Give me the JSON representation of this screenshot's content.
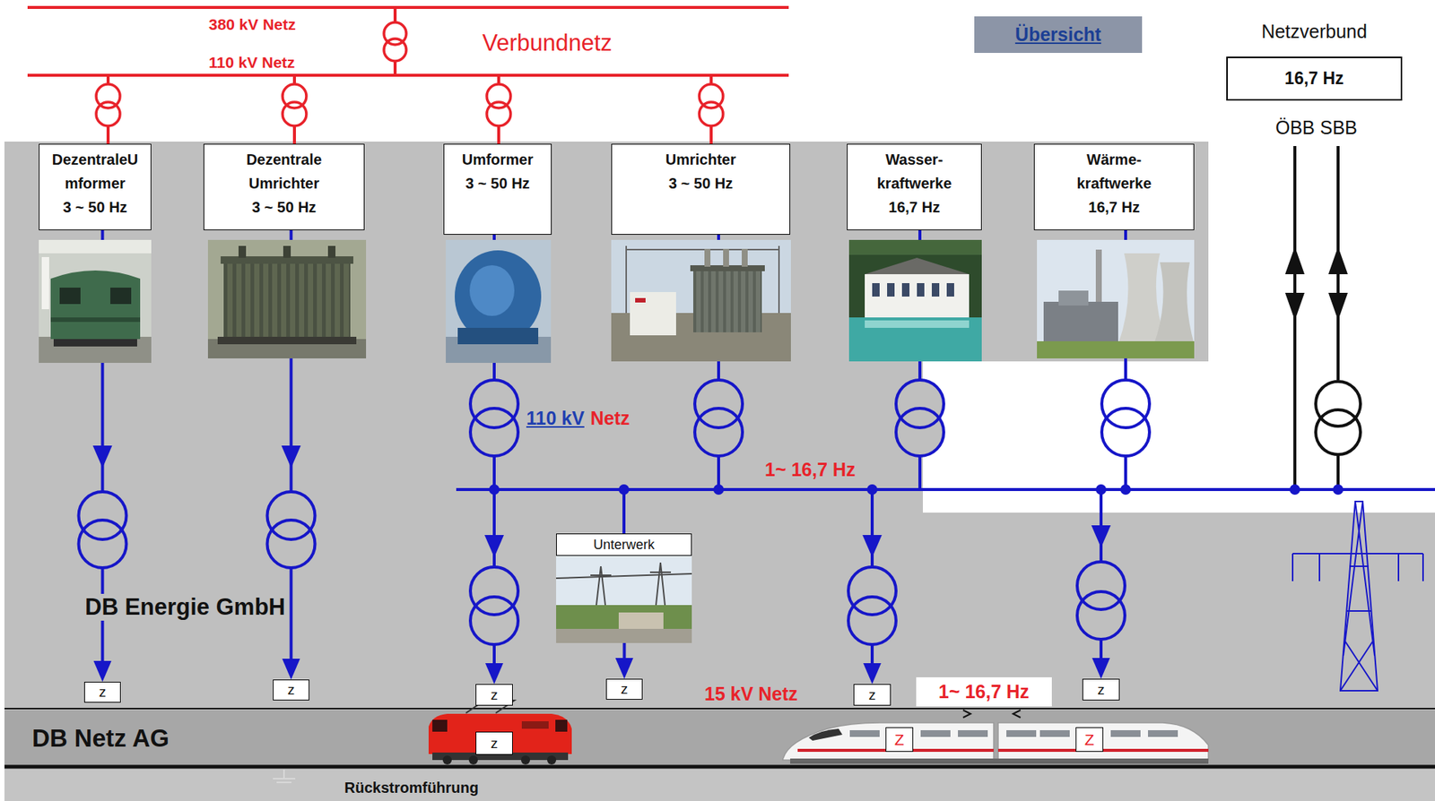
{
  "diagram": {
    "nodes": [
      {
        "text": [
          "Übersicht"
        ]
      },
      {
        "text": [
          "Netzverbund",
          "16,7 Hz"
        ]
      },
      {
        "text": [
          "DezentraleU mformer",
          "3 ~ 50 Hz"
        ]
      },
      {
        "text": [
          "Dezentrale Umrichter",
          "3 ~ 50 Hz"
        ]
      },
      {
        "text": [
          "Umformer",
          "3 ~ 50 Hz"
        ]
      },
      {
        "text": [
          "Umrichter",
          "3 ~ 50 Hz"
        ]
      },
      {
        "text": [
          "Wasser- kraftwerke",
          "16,7 Hz"
        ]
      },
      {
        "text": [
          "Wärme- kraftwerke",
          "16,7 Hz"
        ]
      },
      {
        "text": [
          "Unterwerk"
        ]
      },
      {
        "text": [
          "z"
        ]
      },
      {
        "text": [
          "z"
        ]
      },
      {
        "text": [
          "z"
        ]
      },
      {
        "text": [
          "z"
        ]
      },
      {
        "text": [
          "z"
        ]
      },
      {
        "text": [
          "z"
        ]
      },
      {
        "text": [
          "DB Netz AG"
        ]
      },
      {
        "text": [
          "z"
        ]
      },
      {
        "text": [
          "Z"
        ]
      },
      {
        "text": [
          "Z"
        ]
      }
    ],
    "edges": [
      {
        "from": 2,
        "to": 9,
        "arrow": "to"
      },
      {
        "from": 3,
        "to": 10,
        "arrow": "to"
      },
      {
        "from": 4,
        "to": 11,
        "arrow": "to"
      },
      {
        "from": 5,
        "to": 8,
        "arrow": "none"
      },
      {
        "from": 8,
        "to": 12,
        "arrow": "to"
      },
      {
        "from": 6,
        "to": 13,
        "arrow": "to"
      },
      {
        "from": 7,
        "to": 14,
        "arrow": "to"
      }
    ],
    "labels": [
      "380 kV Netz",
      "Verbundnetz",
      "110 kV Netz",
      "ÖBB SBB",
      "110 kV",
      "Netz",
      "1~ 16,7 Hz",
      "DB Energie GmbH",
      "15 kV Netz",
      "1~ 16,7 Hz",
      "Rückstromführung"
    ]
  }
}
